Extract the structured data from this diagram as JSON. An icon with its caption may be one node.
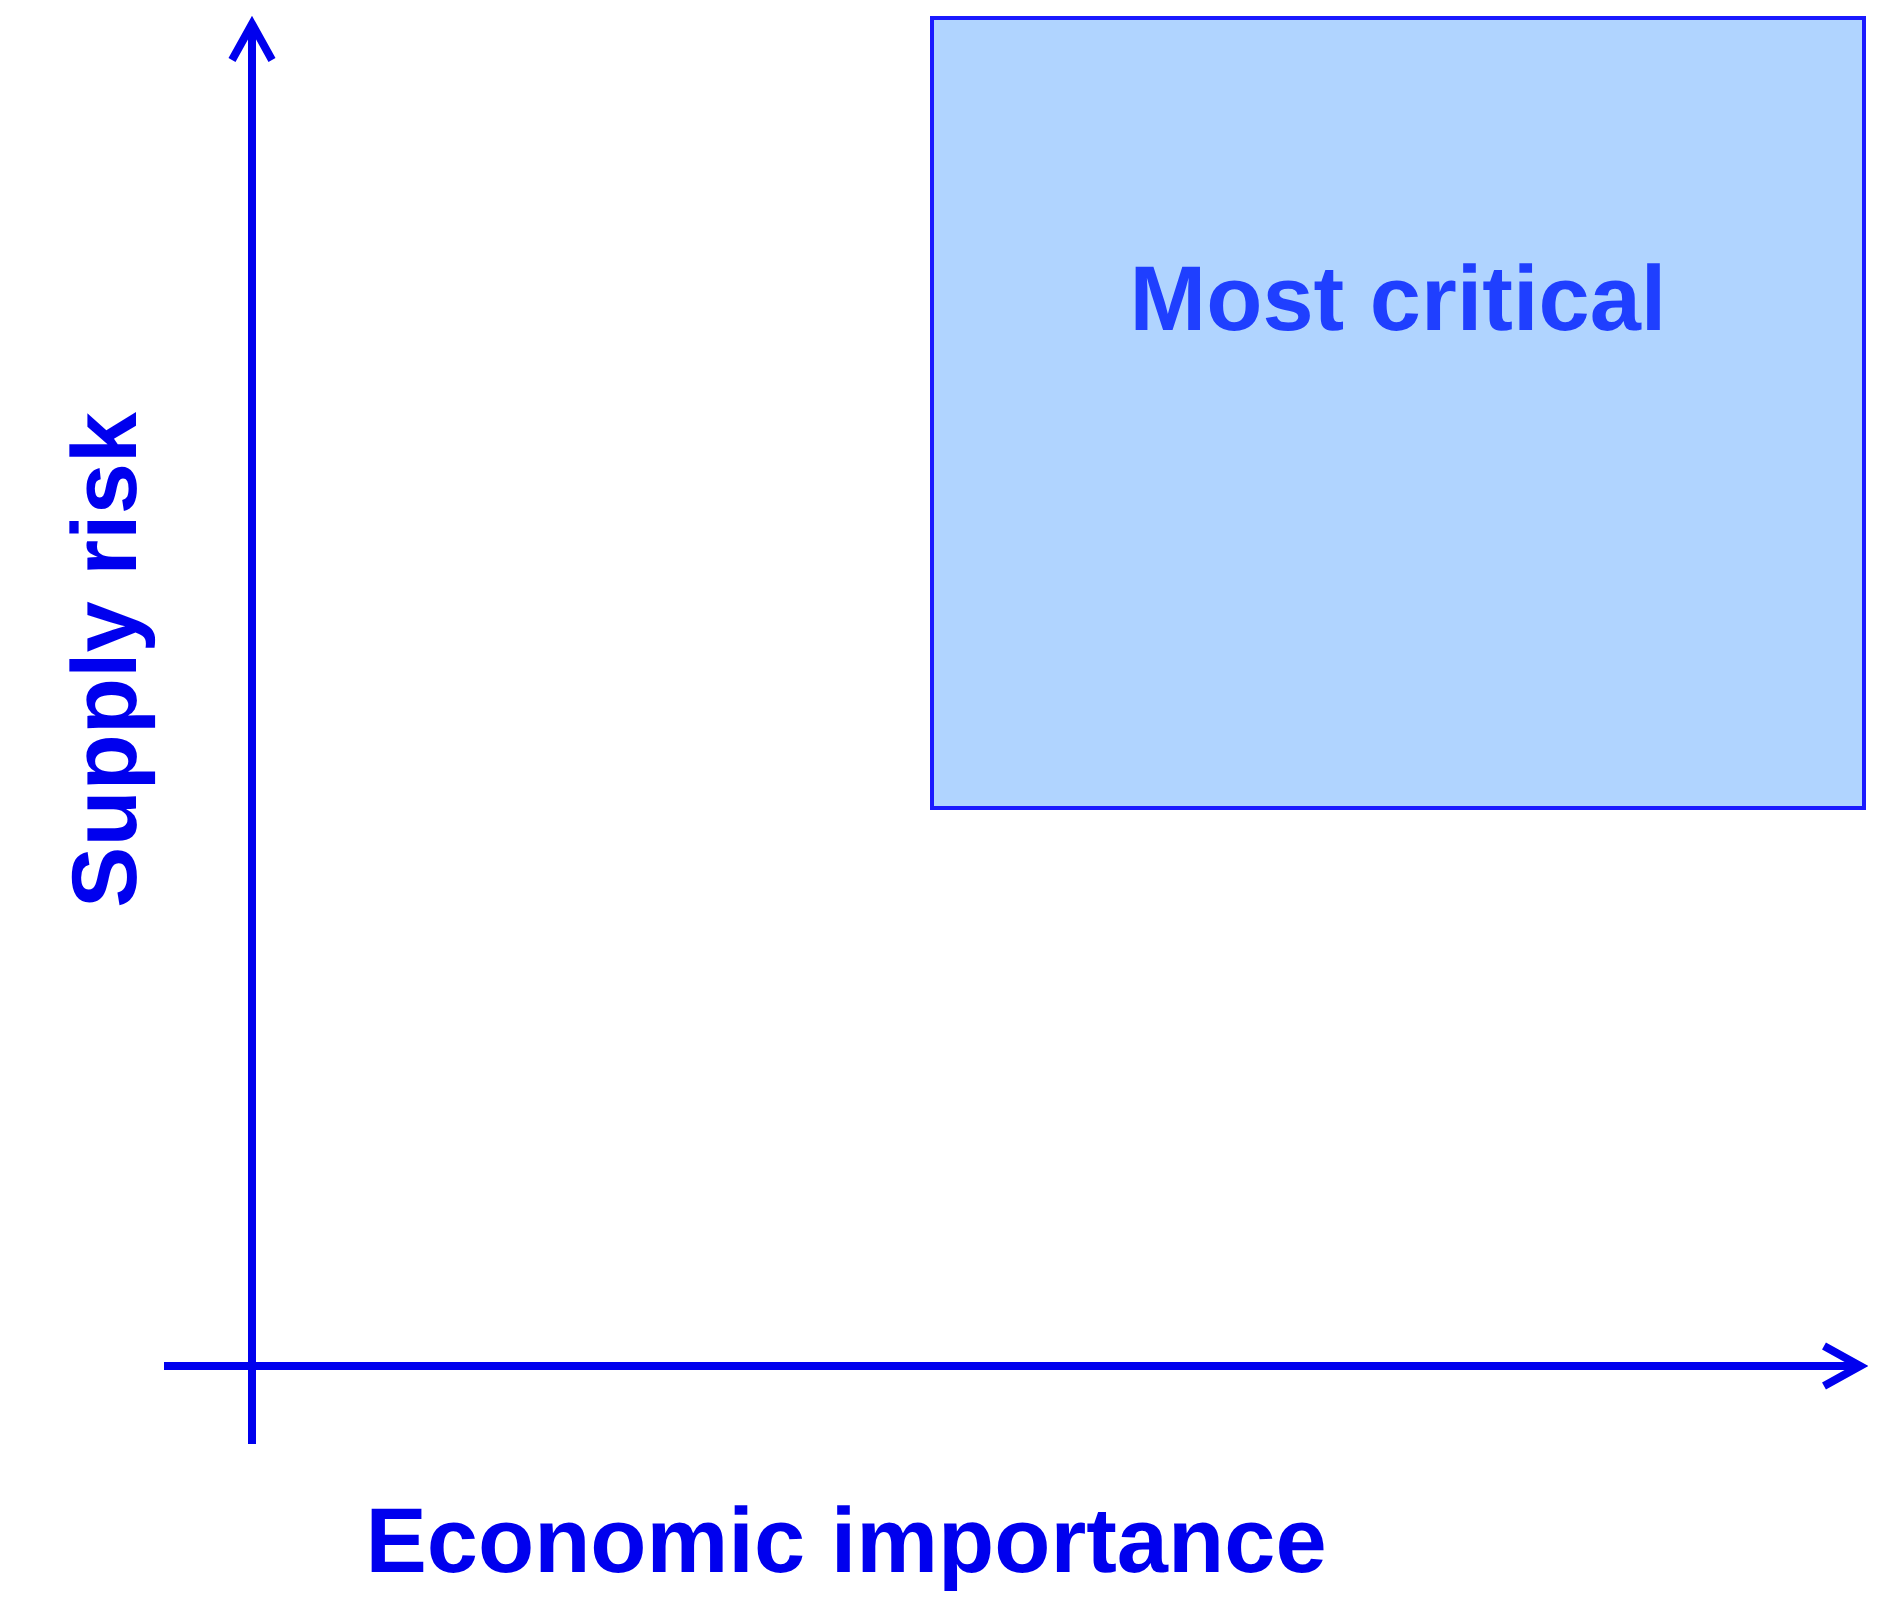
{
  "diagram": {
    "nodes": [
      {
        "text": [
          "Most critical"
        ]
      }
    ],
    "labels": [
      "Supply risk",
      "Economic importance"
    ]
  }
}
